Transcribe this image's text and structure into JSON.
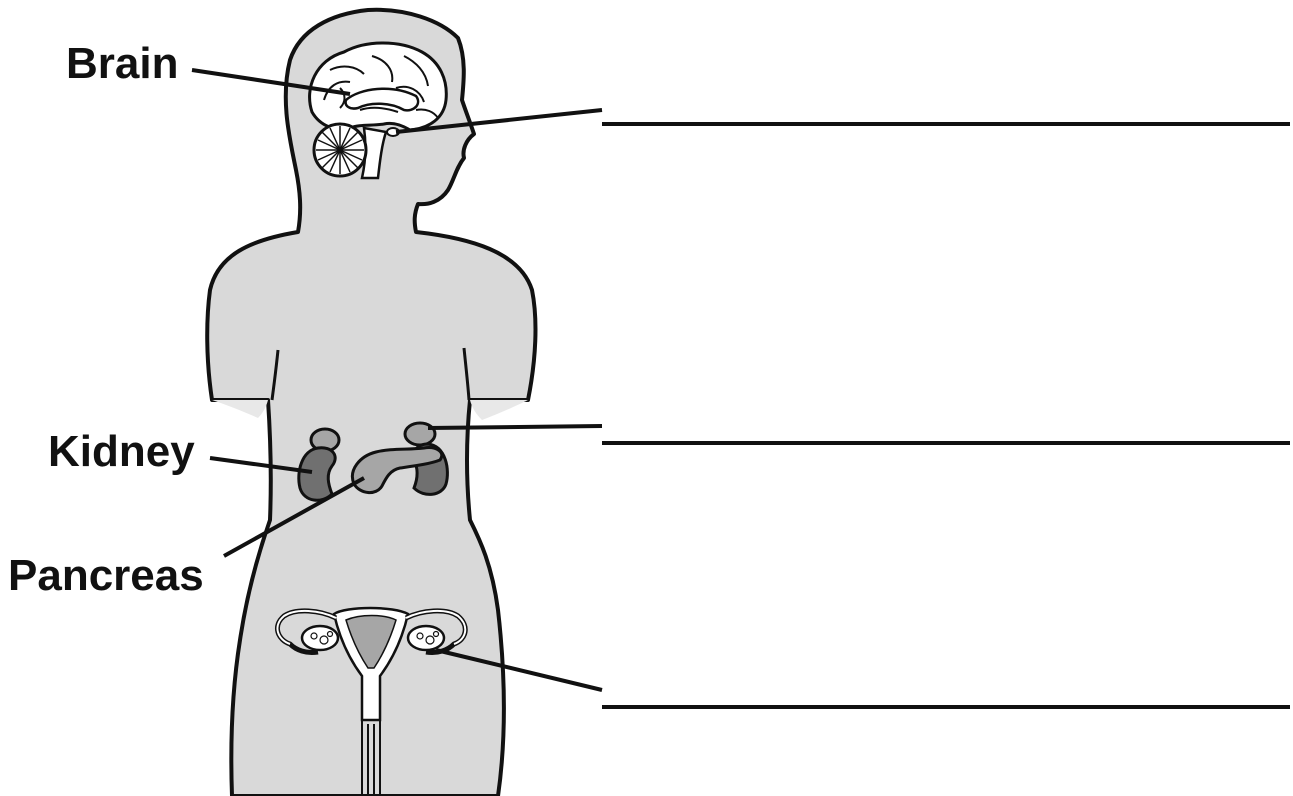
{
  "labels": {
    "brain": "Brain",
    "kidney": "Kidney",
    "pancreas": "Pancreas"
  },
  "colors": {
    "body_fill": "#d9d9d9",
    "organ_dark": "#707070",
    "organ_mid": "#a6a6a6",
    "line": "#111111",
    "background": "#ffffff"
  }
}
